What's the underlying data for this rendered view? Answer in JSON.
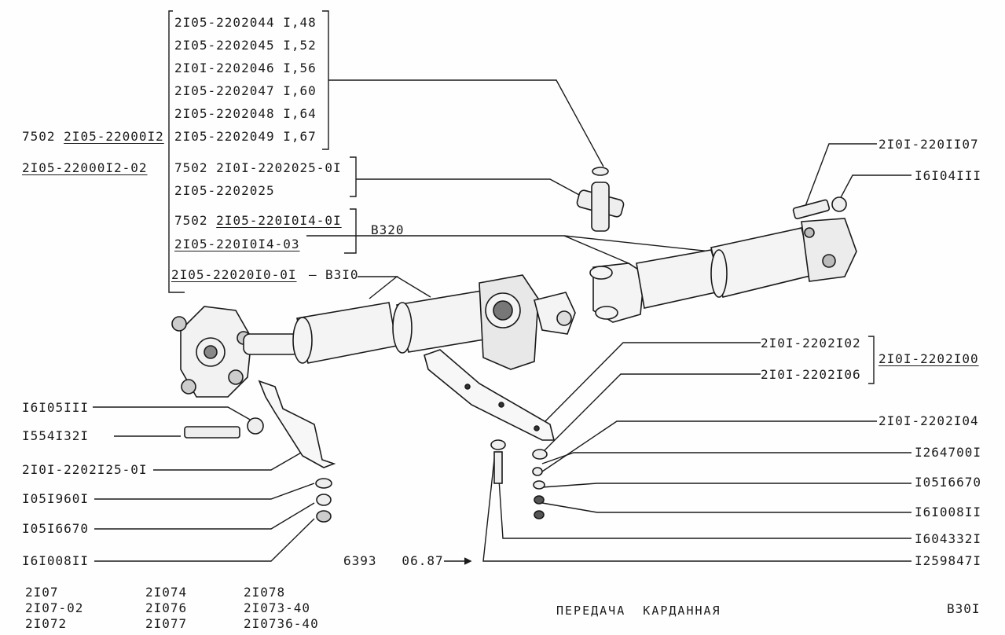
{
  "top_box": [
    "2I05-2202044 I,48",
    "2I05-2202045 I,52",
    "2I0I-2202046 I,56",
    "2I05-2202047 I,60",
    "2I05-2202048 I,64",
    "2I05-2202049 I,67"
  ],
  "left": {
    "l1_prefix": "7502",
    "l1_code": "2I05-22000I2",
    "l2": "2I05-22000I2-02"
  },
  "cross_box": [
    "7502 2I0I-2202025-0I",
    "2I05-2202025"
  ],
  "yoke_box": {
    "l1_prefix": "7502",
    "l1_code": "2I05-220I0I4-0I",
    "l2": "2I05-220I0I4-03"
  },
  "shaft": {
    "code": "2I05-22020I0-0I",
    "b310": "B3I0",
    "b320": "B320"
  },
  "right_top": [
    "2I0I-220II07",
    "I6I04III"
  ],
  "support_group": {
    "a": "2I0I-2202I02",
    "b": "2I0I-2202I06",
    "total": "2I0I-2202I00"
  },
  "right_list": [
    "2I0I-2202I04",
    "I264700I",
    "I05I6670",
    "I6I008II",
    "I604332I",
    "I259847I"
  ],
  "left_list": [
    "I6I05III",
    "I554I32I",
    "2I0I-2202I25-0I",
    "I05I960I",
    "I05I6670",
    "I6I008II"
  ],
  "doc_ref": "6393   06.87",
  "models": [
    [
      "2I07",
      "2I07-02",
      "2I072"
    ],
    [
      "2I074",
      "2I076",
      "2I077"
    ],
    [
      "2I078",
      "2I073-40",
      "2I0736-40"
    ]
  ],
  "title": "ПЕРЕДАЧА  КАРДАННАЯ",
  "page_code": "B30I"
}
